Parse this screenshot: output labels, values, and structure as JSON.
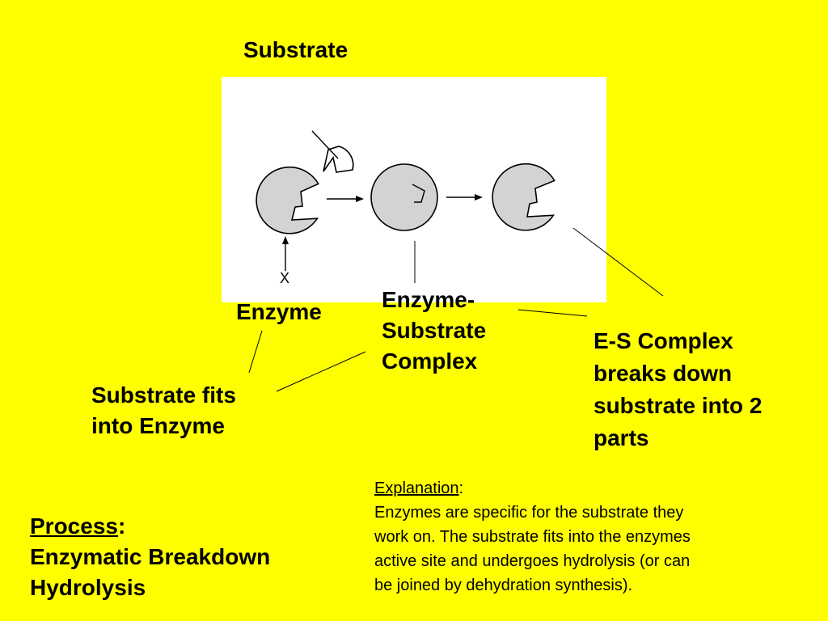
{
  "labels": {
    "substrate": "Substrate",
    "enzyme": "Enzyme",
    "es_complex": [
      "Enzyme-",
      "Substrate",
      "Complex"
    ],
    "es_breaks": [
      "E-S Complex",
      "breaks down",
      "substrate into 2",
      "parts"
    ],
    "fits": [
      "Substrate fits",
      "into Enzyme"
    ],
    "x_mark": "X"
  },
  "process": {
    "heading": "Process",
    "colon": ":",
    "lines": [
      "Enzymatic Breakdown",
      "Hydrolysis"
    ]
  },
  "explanation": {
    "heading": "Explanation",
    "colon": ":",
    "lines": [
      "Enzymes are specific for the substrate they",
      "work on. The substrate fits into the enzymes",
      "active site and undergoes hydrolysis (or can",
      "be joined by dehydration synthesis)."
    ]
  },
  "colors": {
    "background": "#ffff00",
    "enzyme_fill": "#d3d3d3",
    "line": "#000000"
  }
}
